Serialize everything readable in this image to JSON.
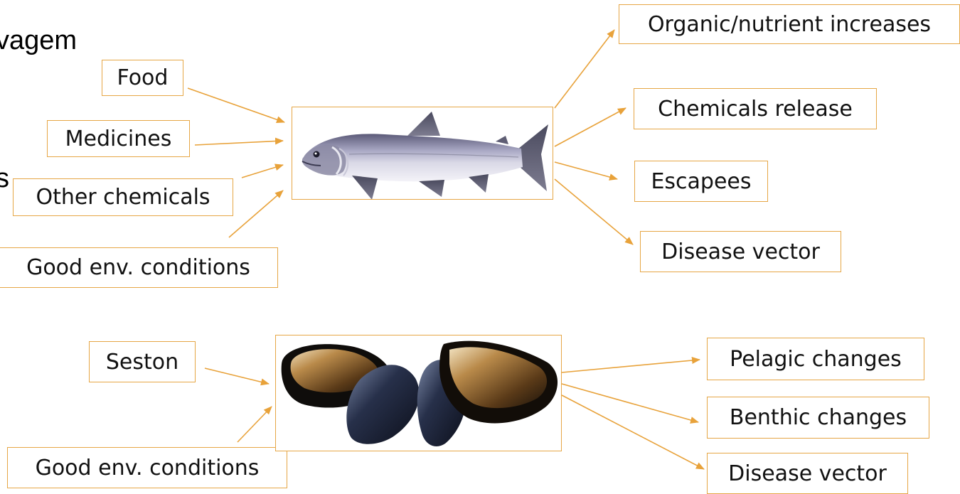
{
  "slide": {
    "title_fragment": "vagem",
    "side_fragment": "s"
  },
  "fish_diagram": {
    "inputs": [
      "Food",
      "Medicines",
      "Other chemicals",
      "Good env. conditions"
    ],
    "outputs": [
      "Organic/nutrient increases",
      "Chemicals release",
      "Escapees",
      "Disease vector"
    ],
    "image": "salmon-fish"
  },
  "mussel_diagram": {
    "inputs": [
      "Seston",
      "Good env. conditions"
    ],
    "outputs": [
      "Pelagic changes",
      "Benthic changes",
      "Disease vector"
    ],
    "image": "mussels"
  },
  "colors": {
    "box_border": "#e6a645",
    "arrow": "#e8a23a"
  }
}
